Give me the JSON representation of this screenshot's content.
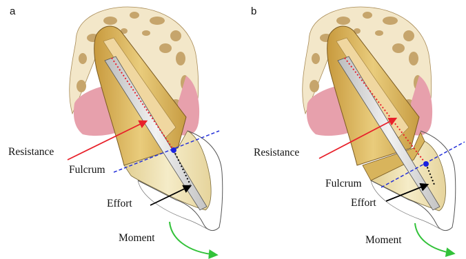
{
  "panels": [
    {
      "id": "a",
      "letter": "a",
      "labels": {
        "resistance": "Resistance",
        "fulcrum": "Fulcrum",
        "effort": "Effort",
        "moment": "Moment"
      }
    },
    {
      "id": "b",
      "letter": "b",
      "labels": {
        "resistance": "Resistance",
        "fulcrum": "Fulcrum",
        "effort": "Effort",
        "moment": "Moment"
      }
    }
  ],
  "colors": {
    "bone": "#f3e7c9",
    "bone_spots": "#c6a56c",
    "gum": "#e7a0ac",
    "root_gold": "#d8b45c",
    "crown_cream": "#efe2b6",
    "post_gray": "#d9d9d9",
    "resistance_arrow": "#e8202a",
    "fulcrum_line": "#2430d9",
    "fulcrum_point": "#1a22e0",
    "effort_arrow": "#000000",
    "moment_arrow": "#33c23a"
  }
}
